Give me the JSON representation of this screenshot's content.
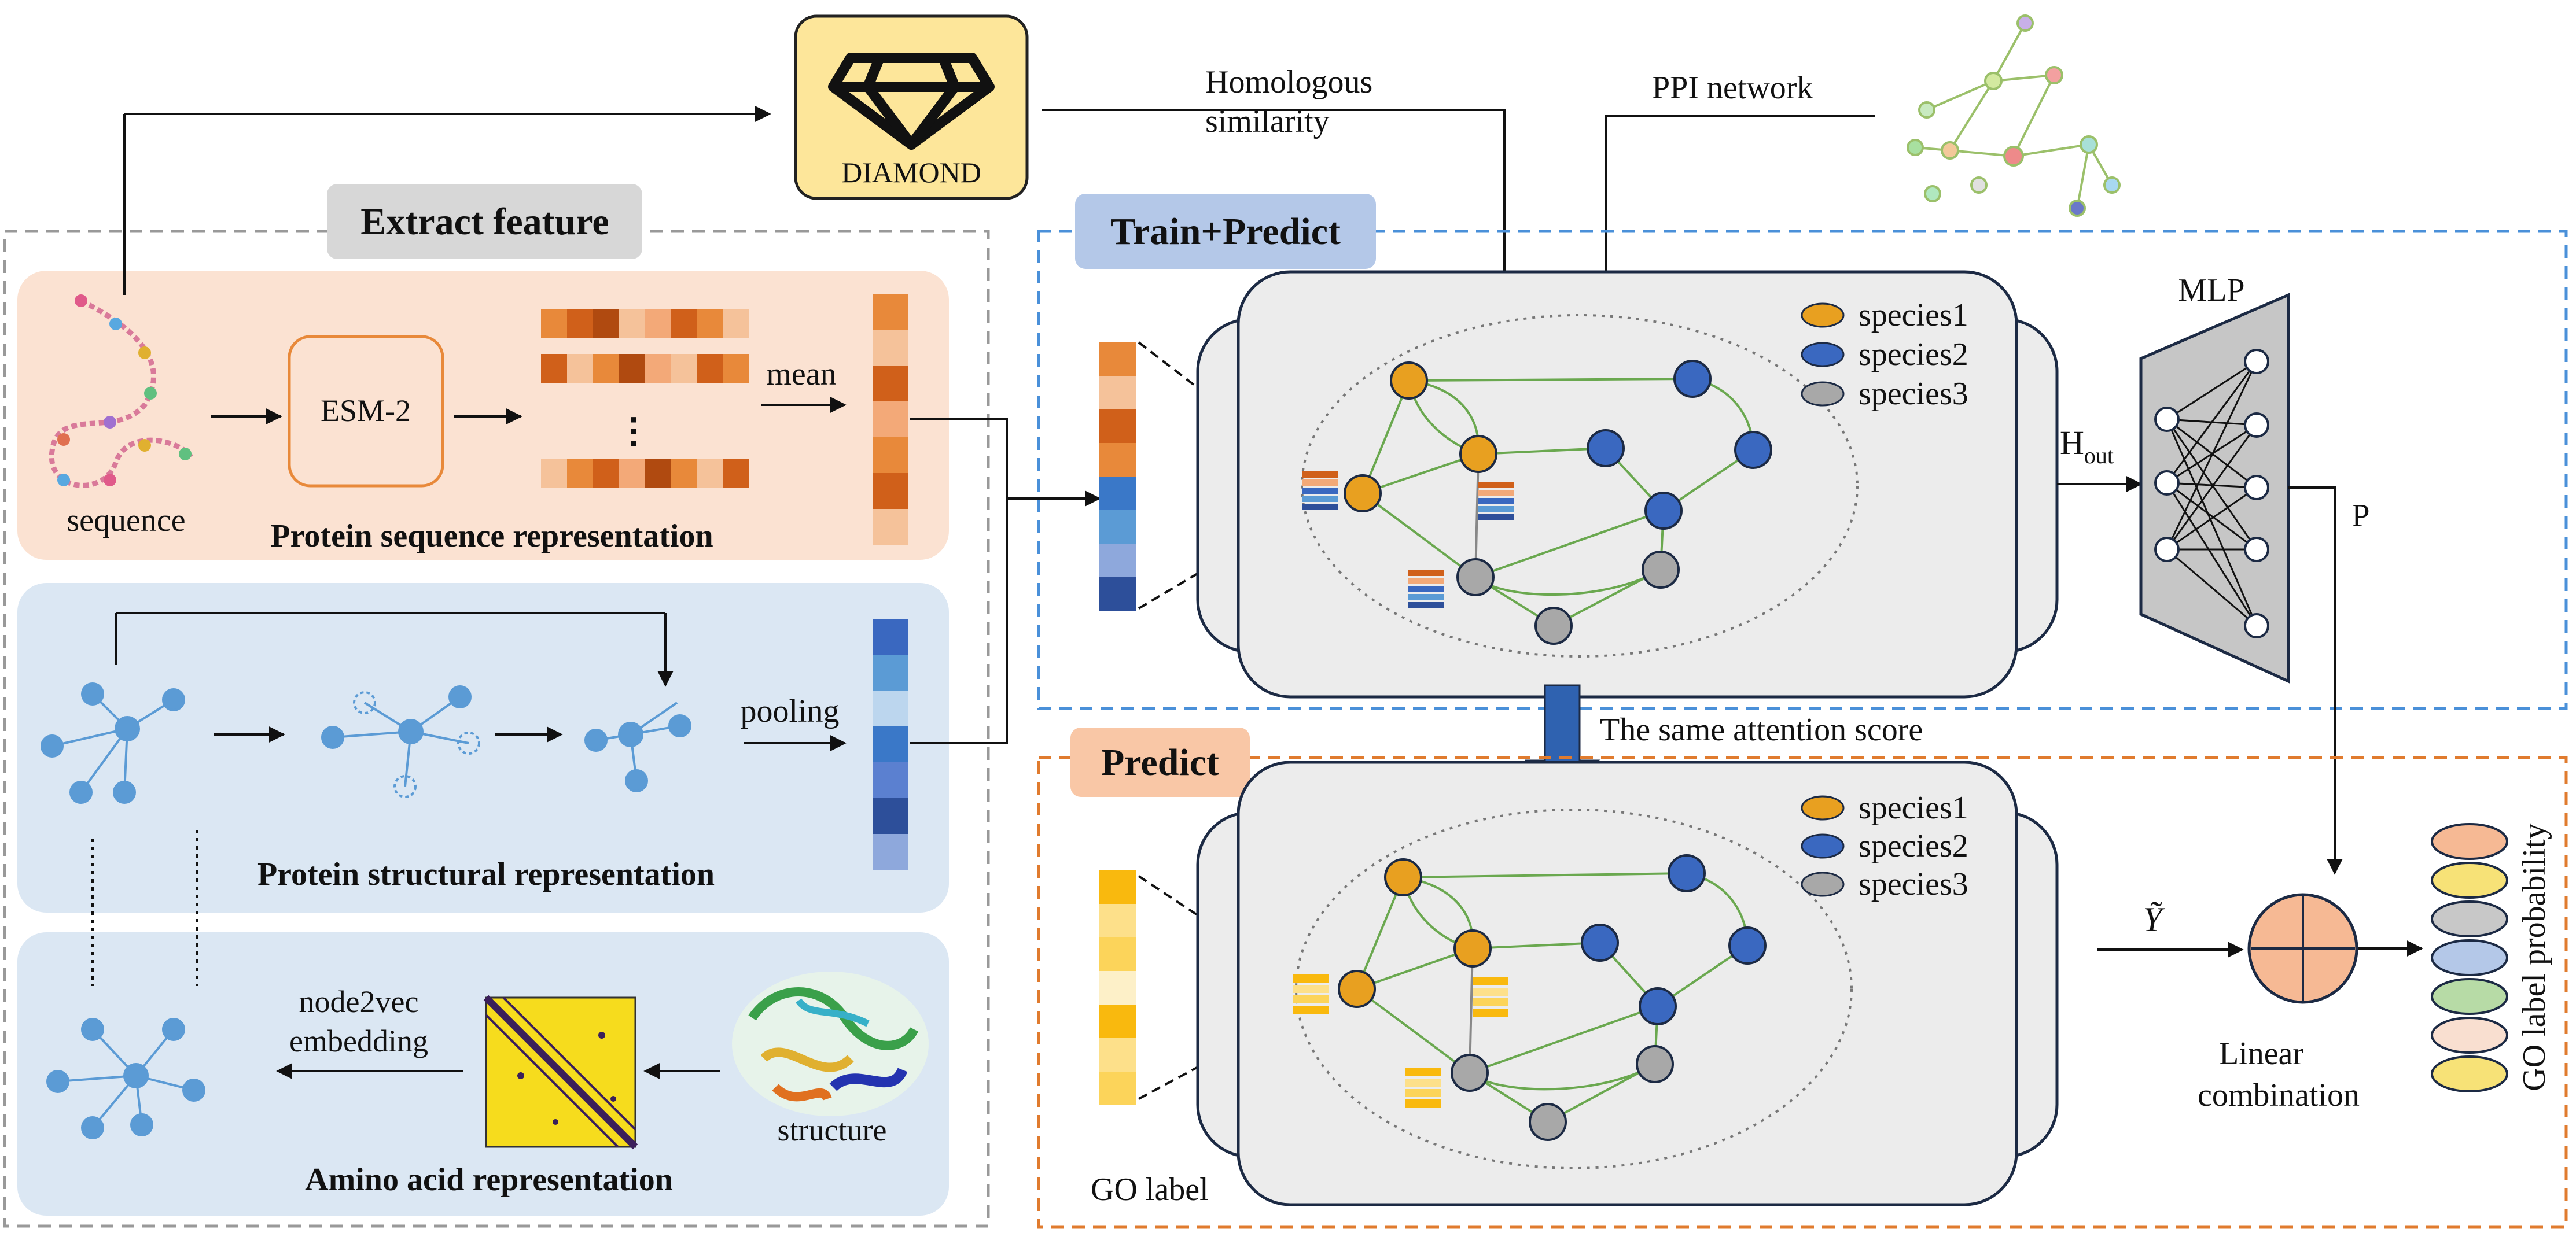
{
  "labels": {
    "diamond": "DIAMOND",
    "homologous_line1": "Homologous",
    "homologous_line2": "similarity",
    "ppi_network": "PPI network",
    "extract_feature": "Extract feature",
    "train_predict": "Train+Predict",
    "predict": "Predict",
    "esm2": "ESM-2",
    "mean": "mean",
    "ellipsis": "⋮",
    "sequence": "sequence",
    "seq_repr": "Protein sequence representation",
    "pooling": "pooling",
    "struct_repr": "Protein structural representation",
    "node2vec_line1": "node2vec",
    "node2vec_line2": "embedding",
    "structure": "structure",
    "amino_repr": "Amino acid representation",
    "species1": "species1",
    "species2": "species2",
    "species3": "species3",
    "mlp": "MLP",
    "h_out_main": "H",
    "h_out_sub": "out",
    "p_label": "P",
    "same_attention": "The same attention score",
    "go_label": "GO label",
    "y_tilde": "Ỹ",
    "linear_line1": "Linear",
    "linear_line2": "combination",
    "go_prob": "GO label probability"
  },
  "colors": {
    "species1": "#e8a020",
    "species2": "#3a68c0",
    "species3": "#a8a8a8",
    "diamond_fill": "#fde69a",
    "seq_panel": "#fbe2d2",
    "struct_panel": "#dbe7f3",
    "train_box": "#4a90d9",
    "predict_box": "#e07b2e",
    "arrow_blue": "#2f62b0"
  },
  "icons": {
    "diamond": "diamond-gem-icon",
    "ppi": "ppi-network-thumbnail",
    "protein": "protein-structure-icon",
    "contact_map": "contact-map-heatmap"
  }
}
